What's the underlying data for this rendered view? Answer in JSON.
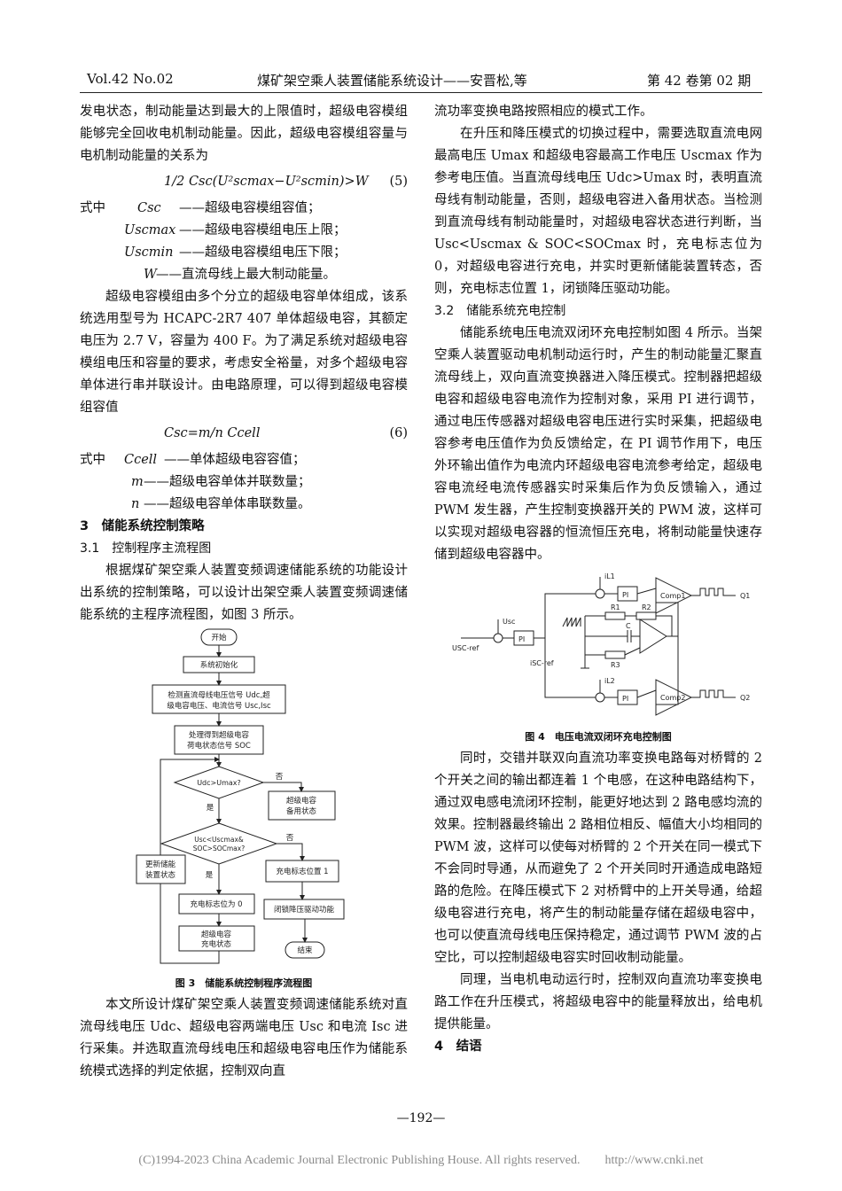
{
  "header": {
    "left": "Vol.42 No.02",
    "center": "煤矿架空乘人装置储能系统设计——安晋松,等",
    "right": "第 42 卷第 02 期"
  },
  "left": {
    "p1": "发电状态，制动能量达到最大的上限值时，超级电容模组能够完全回收电机制动能量。因此，超级电容模组容量与电机制动能量的关系为",
    "eq5": "1/2 Csc(U²scmax−U²scmin)>W",
    "eq5_num": "(5)",
    "defs5": [
      {
        "lead": "式中",
        "sym": "Csc",
        "text": "——超级电容模组容值；"
      },
      {
        "lead": "",
        "sym": "Uscmax",
        "text": "——超级电容模组电压上限；"
      },
      {
        "lead": "",
        "sym": "Uscmin",
        "text": "——超级电容模组电压下限；"
      },
      {
        "lead": "",
        "sym": "W",
        "text": "——直流母线上最大制动能量。"
      }
    ],
    "p2": "超级电容模组由多个分立的超级电容单体组成，该系统选用型号为 HCAPC-2R7 407 单体超级电容，其额定电压为 2.7 V，容量为 400 F。为了满足系统对超级电容模组电压和容量的要求，考虑安全裕量，对多个超级电容单体进行串并联设计。由电路原理，可以得到超级电容模组容值",
    "eq6": "Csc=m/n Ccell",
    "eq6_num": "(6)",
    "defs6": [
      {
        "lead": "式中",
        "sym": "Ccell",
        "text": "——单体超级电容容值；"
      },
      {
        "lead": "",
        "sym": "m",
        "text": "——超级电容单体并联数量；"
      },
      {
        "lead": "",
        "sym": "n",
        "text": "——超级电容单体串联数量。"
      }
    ],
    "sec3": "3　储能系统控制策略",
    "sec31": "3.1　控制程序主流程图",
    "p3": "根据煤矿架空乘人装置变频调速储能系统的功能设计出系统的控制策略，可以设计出架空乘人装置变频调速储能系统的主程序流程图，如图 3 所示。",
    "fig3_caption": "图 3　储能系统控制程序流程图",
    "p4": "本文所设计煤矿架空乘人装置变频调速储能系统对直流母线电压 Udc、超级电容两端电压 Usc 和电流 Isc 进行采集。并选取直流母线电压和超级电容电压作为储能系统模式选择的判定依据，控制双向直"
  },
  "flow": {
    "start": "开始",
    "init": "系统初始化",
    "detect1": "检测直流母线电压信号 Udc,超",
    "detect2": "级电容电压、电流信号 Usc,Isc",
    "proc1": "处理得到超级电容",
    "proc2": "荷电状态信号 SOC",
    "dec1": "Udc>Umax?",
    "no": "否",
    "yes": "是",
    "standby1": "超级电容",
    "standby2": "备用状态",
    "dec2a": "Usc<Uscmax&",
    "dec2b": "SOC>SOCmax?",
    "update1": "更新储能",
    "update2": "装置状态",
    "flag1": "充电标志位置 1",
    "flag0": "充电标志位为 0",
    "lock": "闭锁降压驱动功能",
    "charge1": "超级电容",
    "charge2": "充电状态",
    "end": "结束"
  },
  "right": {
    "p1": "流功率变换电路按照相应的模式工作。",
    "p2": "在升压和降压模式的切换过程中，需要选取直流电网最高电压 Umax 和超级电容最高工作电压 Uscmax 作为参考电压值。当直流母线电压 Udc>Umax 时，表明直流母线有制动能量，否则，超级电容进入备用状态。当检测到直流母线有制动能量时，对超级电容状态进行判断，当 Usc<Uscmax & SOC<SOCmax 时，充电标志位为 0，对超级电容进行充电，并实时更新储能装置转态，否则，充电标志位置 1，闭锁降压驱动功能。",
    "sec32": "3.2　储能系统充电控制",
    "p3": "储能系统电压电流双闭环充电控制如图 4 所示。当架空乘人装置驱动电机制动运行时，产生的制动能量汇聚直流母线上，双向直流变换器进入降压模式。控制器把超级电容和超级电容电流作为控制对象，采用 PI 进行调节，通过电压传感器对超级电容电压进行实时采集，把超级电容参考电压值作为负反馈给定，在 PI 调节作用下，电压外环输出值作为电流内环超级电容电流参考给定，超级电容电流经电流传感器实时采集后作为负反馈输入，通过 PWM 发生器，产生控制变换器开关的 PWM 波，这样可以实现对超级电容器的恒流恒压充电，将制动能量快速存储到超级电容器中。",
    "fig4_caption": "图 4　电压电流双闭环充电控制图",
    "p4": "同时，交错并联双向直流功率变换电路每对桥臂的 2 个开关之间的输出都连着 1 个电感，在这种电路结构下，通过双电感电流闭环控制，能更好地达到 2 路电感均流的效果。控制器最终输出 2 路相位相反、幅值大小均相同的 PWM 波，这样可以使每对桥臂的 2 个开关在同一模式下不会同时导通，从而避免了 2 个开关同时开通造成电路短路的危险。在降压模式下 2 对桥臂中的上开关导通，给超级电容进行充电，将产生的制动能量存储在超级电容中，也可以使直流母线电压保持稳定，通过调节 PWM 波的占空比，可以控制超级电容实时回收制动能量。",
    "p5": "同理，当电机电动运行时，控制双向直流功率变换电路工作在升压模式，将超级电容中的能量释放出，给电机提供能量。",
    "sec4": "4　结语"
  },
  "circuit": {
    "il1": "iL1",
    "il2": "iL2",
    "usc": "Usc",
    "uscref": "USC-ref",
    "iscref": "iSC-ref",
    "pi": "PI",
    "comp1": "Comp1",
    "comp2": "Comp2",
    "q1": "Q1",
    "q2": "Q2",
    "r1": "R1",
    "r2": "R2",
    "r3": "R3",
    "c": "C"
  },
  "footer": {
    "page": "—192—",
    "copyright": "(C)1994-2023 China Academic Journal Electronic Publishing House. All rights reserved.　　http://www.cnki.net"
  }
}
